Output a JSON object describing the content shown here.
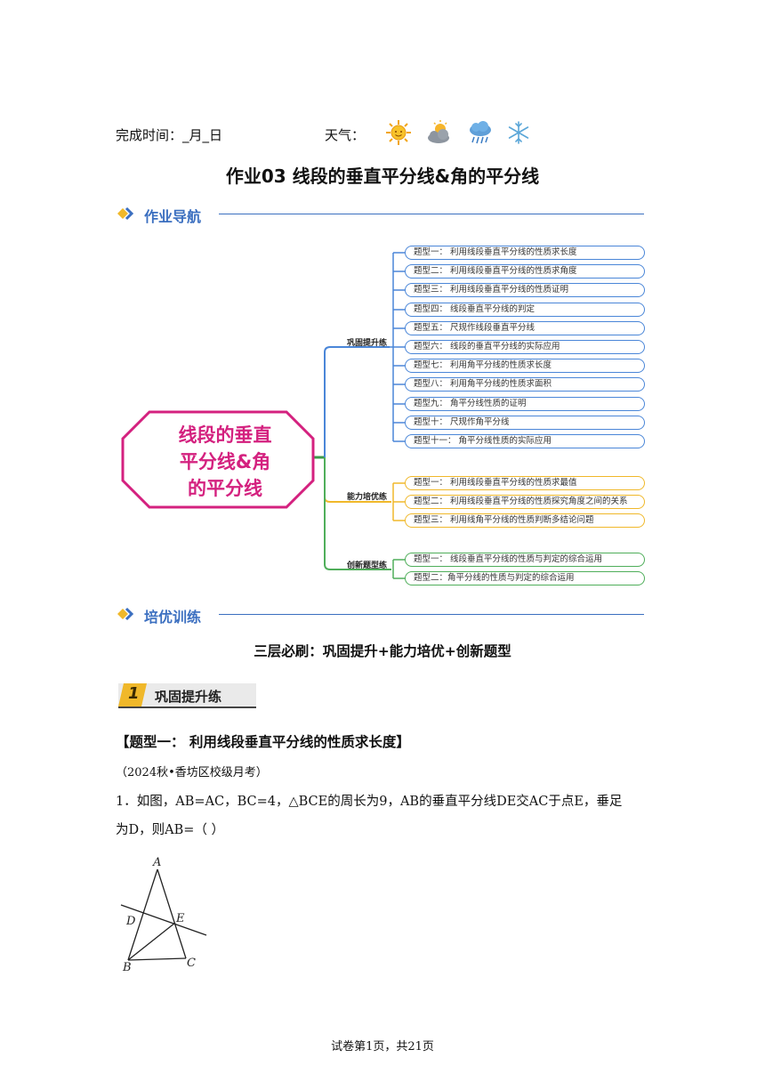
{
  "header": {
    "date_label": "完成时间：_月_日",
    "weather_label": "天气：",
    "weather_icons": [
      "sun-icon",
      "partly-cloudy-icon",
      "rain-icon",
      "snow-icon"
    ]
  },
  "title": "作业03  线段的垂直平分线&角的平分线",
  "nav_section": {
    "label": "作业导航"
  },
  "mindmap": {
    "center": [
      "线段的垂直",
      "平分线&角",
      "的平分线"
    ],
    "branches": [
      {
        "label": "巩固提升练",
        "color": "#4a86d8",
        "items": [
          "题型一：  利用线段垂直平分线的性质求长度",
          "题型二：   利用线段垂直平分线的性质求角度",
          "题型三：   利用线段垂直平分线的性质证明",
          "题型四：   线段垂直平分线的判定",
          "题型五：   尺规作线段垂直平分线",
          "题型六：   线段的垂直平分线的实际应用",
          "题型七：   利用角平分线的性质求长度",
          "题型八：   利用角平分线的性质求面积",
          "题型九：   角平分线性质的证明",
          "题型十：   尺规作角平分线",
          "题型十一：   角平分线性质的实际应用"
        ]
      },
      {
        "label": "能力培优练",
        "color": "#f0b82a",
        "items": [
          "题型一：   利用线段垂直平分线的性质求最值",
          "题型二：   利用线段垂直平分线的性质探究角度之间的关系",
          "题型三：   利用线角平分线的性质判断多结论问题"
        ]
      },
      {
        "label": "创新题型练",
        "color": "#4fae5a",
        "items": [
          "题型一：   线段垂直平分线的性质与判定的综合运用",
          "题型二：角平分线的性质与判定的综合运用"
        ]
      }
    ]
  },
  "train_section": {
    "label": "培优训练"
  },
  "subtitle": "三层必刷：巩固提升+能力培优+创新题型",
  "level_badge": {
    "number": "1",
    "label": "巩固提升练"
  },
  "question_type_heading": "【题型一：    利用线段垂直平分线的性质求长度】",
  "source": "（2024秋•香坊区校级月考）",
  "question": {
    "line1": "1．如图，AB=AC，BC=4，△BCE的周长为9，AB的垂直平分线DE交AC于点E，垂足",
    "line2": "为D，则AB=（    ）"
  },
  "figure": {
    "labels": [
      "A",
      "D",
      "E",
      "B",
      "C"
    ]
  },
  "footer": "试卷第1页，共21页"
}
